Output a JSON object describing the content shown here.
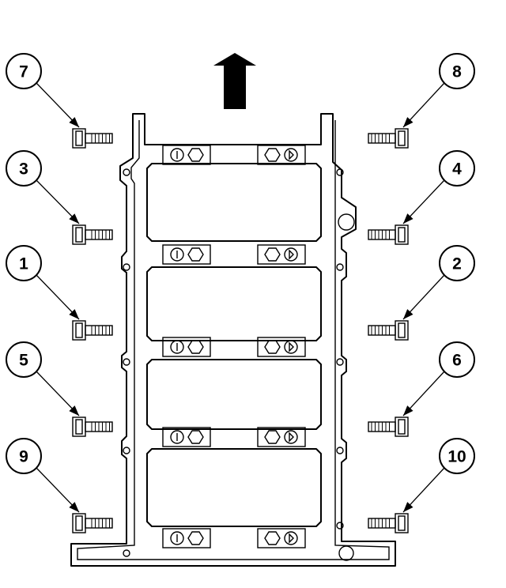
{
  "colors": {
    "line": "#000000",
    "background": "#ffffff"
  },
  "icons": {
    "arrow": "up-arrow-icon",
    "bolt": "flange-bolt-icon"
  },
  "callouts": [
    {
      "label": "7",
      "side": "left",
      "row": 0
    },
    {
      "label": "8",
      "side": "right",
      "row": 0
    },
    {
      "label": "3",
      "side": "left",
      "row": 1
    },
    {
      "label": "4",
      "side": "right",
      "row": 1
    },
    {
      "label": "1",
      "side": "left",
      "row": 2
    },
    {
      "label": "2",
      "side": "right",
      "row": 2
    },
    {
      "label": "5",
      "side": "left",
      "row": 3
    },
    {
      "label": "6",
      "side": "right",
      "row": 3
    },
    {
      "label": "9",
      "side": "left",
      "row": 4
    },
    {
      "label": "10",
      "side": "right",
      "row": 4
    }
  ]
}
